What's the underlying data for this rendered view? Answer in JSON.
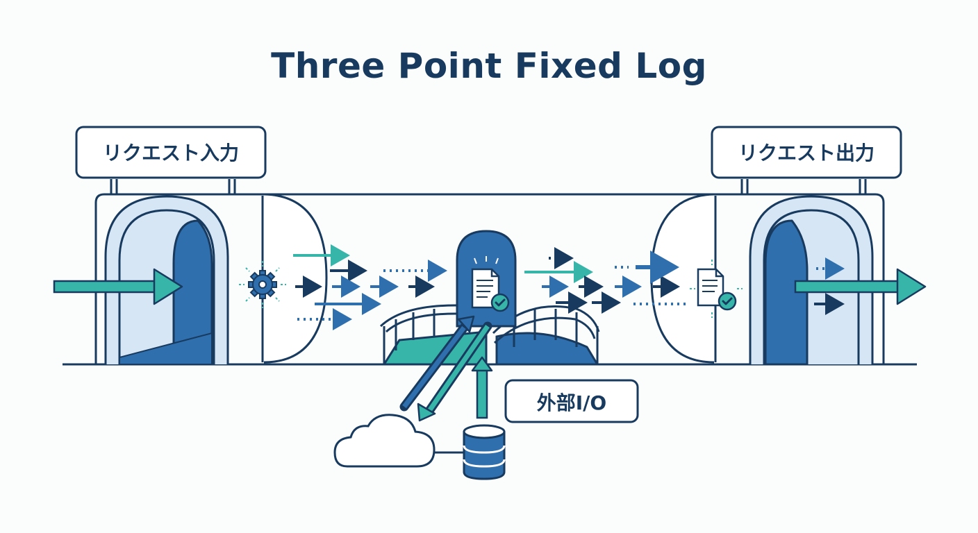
{
  "title": "Three Point Fixed Log",
  "labels": {
    "request_input": "リクエスト入力",
    "request_output": "リクエスト出力",
    "external_io": "外部I/O"
  },
  "colors": {
    "navy": "#173a5e",
    "blue": "#2f6fae",
    "light_blue": "#d6e6f5",
    "teal": "#36b5a8"
  }
}
